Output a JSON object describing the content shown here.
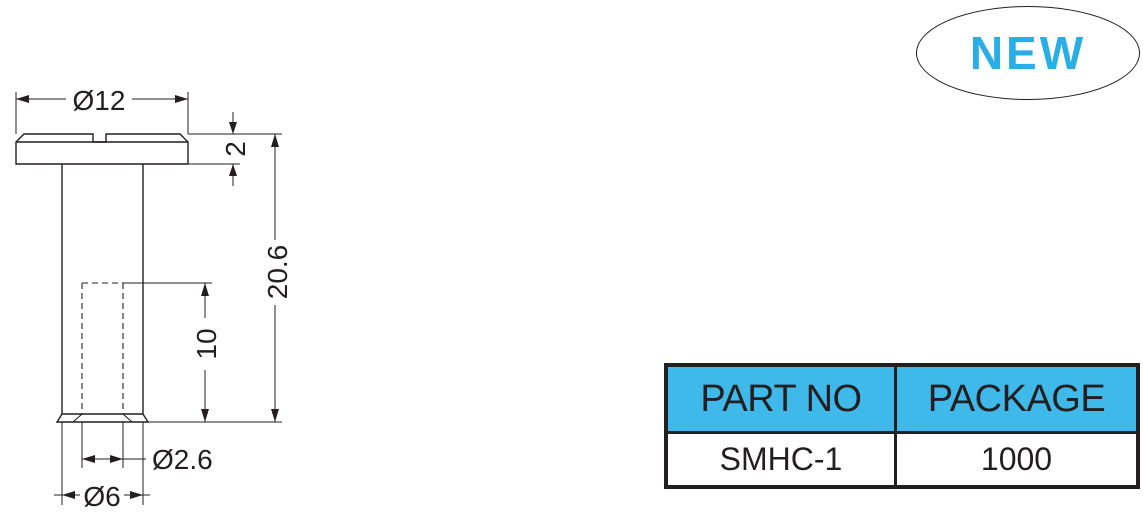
{
  "badge": {
    "label": "NEW",
    "color": "#29aee6"
  },
  "dimensions": {
    "head_diameter": "Ø12",
    "head_height": "2",
    "overall_length": "20.6",
    "thread_depth": "10",
    "bore_diameter": "Ø2.6",
    "shank_diameter": "Ø6"
  },
  "table": {
    "headers": [
      "PART NO",
      "PACKAGE"
    ],
    "rows": [
      [
        "SMHC-1",
        "1000"
      ]
    ],
    "header_color": "#3fb9ea"
  }
}
